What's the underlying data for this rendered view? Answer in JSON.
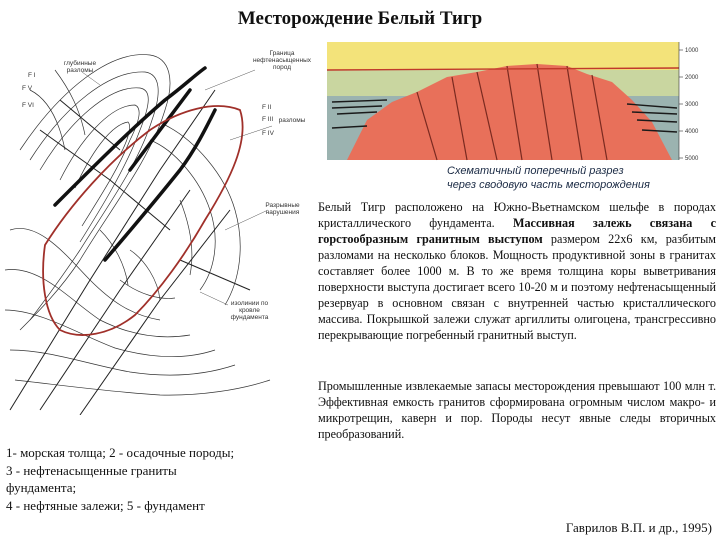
{
  "title": "Месторождение Белый Тигр",
  "map": {
    "labels": {
      "deep_faults": "глубинные\nразломы",
      "oil_boundary": "Граница\nнефтенасыщенных\nпород",
      "faults_block": "разломы",
      "uplift_faults": "Разрывные\nнарушения",
      "isolines": "изолинии по\nкровле\nфундамента",
      "f1": "F I",
      "f5": "F V",
      "f6": "F VI",
      "f2": "F II",
      "f3": "F III",
      "f4": "F IV"
    }
  },
  "section": {
    "caption_line1": "Схематичный поперечный разрез",
    "caption_line2": "через сводовую часть месторождения",
    "depth_ticks": [
      "1000",
      "2000",
      "3000",
      "4000",
      "5000"
    ]
  },
  "text": {
    "para1_a": "Белый Тигр расположено на Южно-Вьетнамском шельфе в породах кристаллического фундамента. ",
    "para1_bold": "Массивная залежь связана с горстообразным гранитным выступом",
    "para1_b": " размером 22х6 км, разбитым разломами на несколько блоков. Мощность продуктивной зоны в гранитах составляет более 1000 м. В то же время толщина коры выветривания поверхности выступа достигает всего 10-20 м и поэтому нефтенасыщенный резервуар в основном связан с внутренней частью кристаллического массива. Покрышкой залежи служат аргиллиты олигоцена, трансгрессивно перекрывающие погребенный гранитный выступ.",
    "para2": "Промышленные извлекаемые запасы месторождения превышают 100 млн т. Эффективная емкость гранитов сформирована огромным числом макро- и микротрещин, каверн и пор. Породы несут явные следы вторичных преобразований."
  },
  "legend": {
    "line1": "1- морская толща; 2 - осадочные породы;",
    "line2": "3 - нефтенасыщенные граниты",
    "line3": "фундамента;",
    "line4": "4 - нефтяные залежи; 5 - фундамент"
  },
  "citation": "Гаврилов В.П. и др., 1995)",
  "colors": {
    "granite": "#e8705a",
    "sediment_top": "#f3e37a",
    "sediment_mid": "#c9d6a0",
    "background_blue": "#7fa0c0",
    "oil": "#1a1a1a",
    "boundary_red": "#a0302a"
  }
}
